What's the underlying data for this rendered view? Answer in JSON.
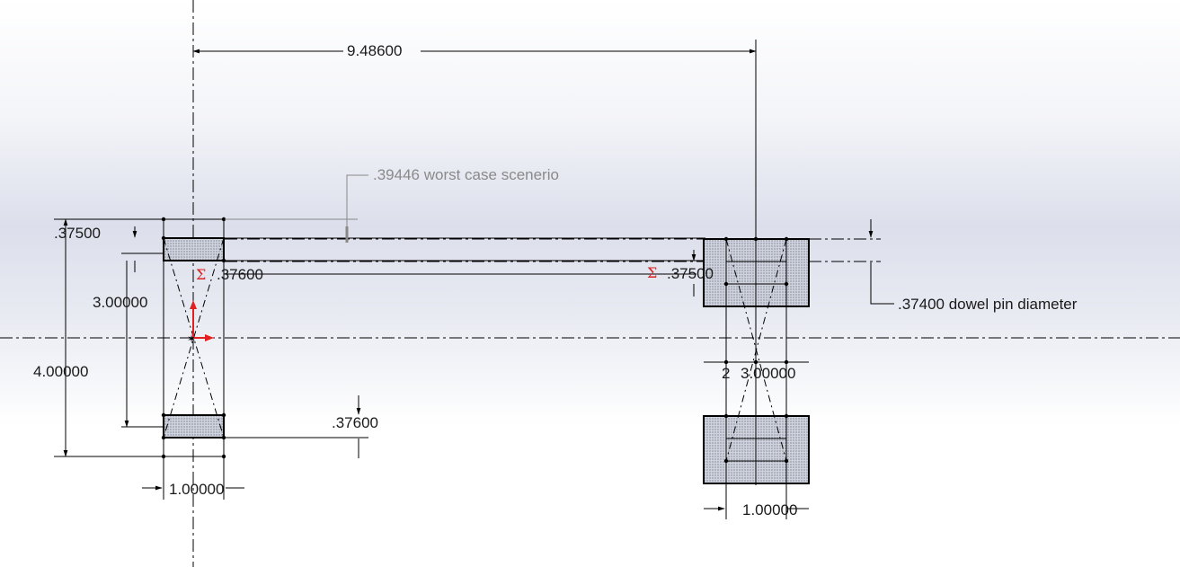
{
  "dimensions": {
    "horizontal_top": "9.48600",
    "worst_case_note": ".39446 worst case scenerio",
    "left_top_gap": ".37500",
    "left_slot_width": ".37600",
    "left_inner_span": "3.00000",
    "left_outer_span": "4.00000",
    "left_bottom_slot": ".37600",
    "left_width": "1.00000",
    "right_slot": ".37500",
    "dowel_note": ".37400 dowel pin diameter",
    "right_span": "3.00000",
    "right_count": "2",
    "right_width": "1.00000"
  },
  "symbols": {
    "sigma": "Σ"
  },
  "colors": {
    "line": "#000000",
    "grey_note": "#8a8a8a",
    "sigma": "#e02020",
    "origin_arrow": "#e02020",
    "hatch": "#9aa0b0"
  }
}
